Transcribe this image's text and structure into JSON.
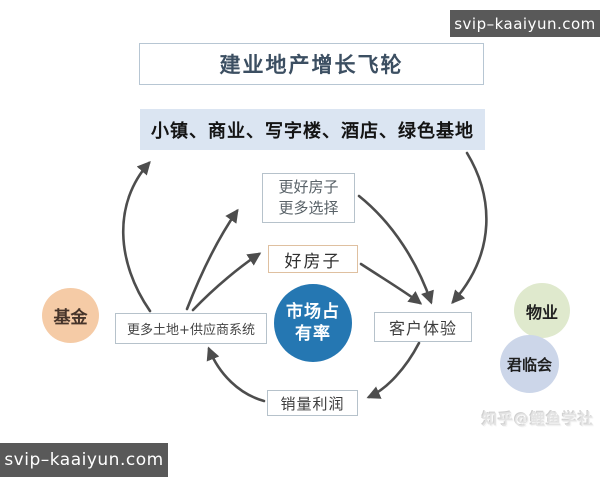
{
  "badges": {
    "top_right_label": "svip–kaaiyun.com",
    "bottom_left_label": "svip–kaaiyun.com"
  },
  "diagram": {
    "title": "建业地产增长飞轮",
    "banner": "小镇、商业、写字楼、酒店、绿色基地",
    "nodes": {
      "better_houses_line1": "更好房子",
      "better_houses_line2": "更多选择",
      "good_house": "好房子",
      "market_share_line1": "市场占",
      "market_share_line2": "有率",
      "fund": "基金",
      "land_supply": "更多土地+供应商系统",
      "customer_experience": "客户体验",
      "property": "物业",
      "junlin_club": "君临会",
      "sales_profit": "销量利润"
    },
    "watermark": "知乎@鲤鱼学社",
    "colors": {
      "market_share_circle": "#2577b2",
      "fund_circle": "#f5cba6",
      "property_circle": "#dfe9cd",
      "junlin_circle": "#ccd6e9",
      "banner_bg": "#dbe5f2",
      "good_house_border": "#dfc0a0",
      "box_border": "#b6c2cb",
      "arrow": "#4d4d4d",
      "badge_bg": "#595959"
    }
  }
}
